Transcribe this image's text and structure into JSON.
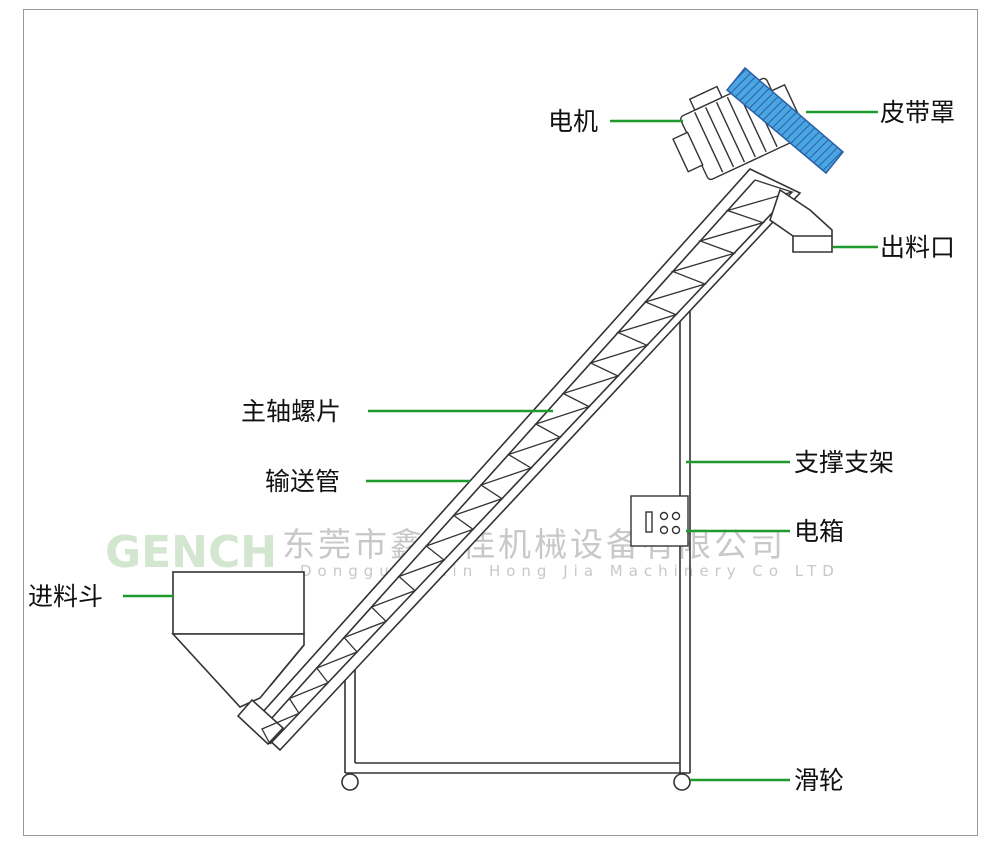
{
  "labels": {
    "motor": "电机",
    "belt_cover": "皮带罩",
    "outlet": "出料口",
    "screw_blade": "主轴螺片",
    "conveying_tube": "输送管",
    "support_frame": "支撑支架",
    "electric_box": "电箱",
    "hopper": "进料斗",
    "wheels": "滑轮"
  },
  "watermark": {
    "logo": "GENCH",
    "company_cn": "东莞市鑫洪佳机械设备有限公司",
    "company_en": "Dongguan Xin Hong Jia Machinery Co LTD"
  },
  "colors": {
    "leader_line": "#1f9a2e",
    "belt_cover_fill": "#4aa6e0",
    "outline": "#333333"
  }
}
